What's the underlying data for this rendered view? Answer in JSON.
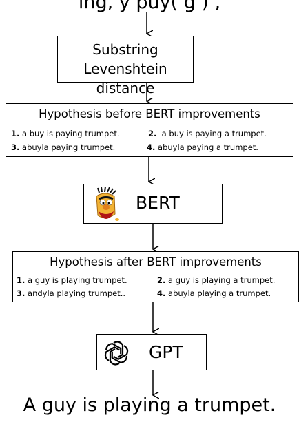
{
  "input_text": "ing, y puy( g ) ,",
  "levenshtein": {
    "line1": "Substring Levenshtein",
    "line2": "distance"
  },
  "before": {
    "title": "Hypothesis before BERT improvements",
    "items": [
      {
        "num": "1.",
        "text": " a buy is paying trumpet."
      },
      {
        "num": "2.",
        "text": "  a buy is paying a trumpet."
      },
      {
        "num": "3.",
        "text": " abuyla paying trumpet."
      },
      {
        "num": "4.",
        "text": " abuyla paying a trumpet."
      }
    ]
  },
  "bert": {
    "label": "BERT",
    "icon": "bert-muppet-icon"
  },
  "after": {
    "title": "Hypothesis after BERT improvements",
    "items": [
      {
        "num": "1.",
        "text": " a guy is playing trumpet."
      },
      {
        "num": "2.",
        "text": " a guy is playing a trumpet."
      },
      {
        "num": "3.",
        "text": " andyla playing trumpet.."
      },
      {
        "num": "4.",
        "text": " abuyla playing a trumpet."
      }
    ]
  },
  "gpt": {
    "label": "GPT",
    "icon": "openai-logo-icon"
  },
  "output_text": "A guy is playing a trumpet."
}
